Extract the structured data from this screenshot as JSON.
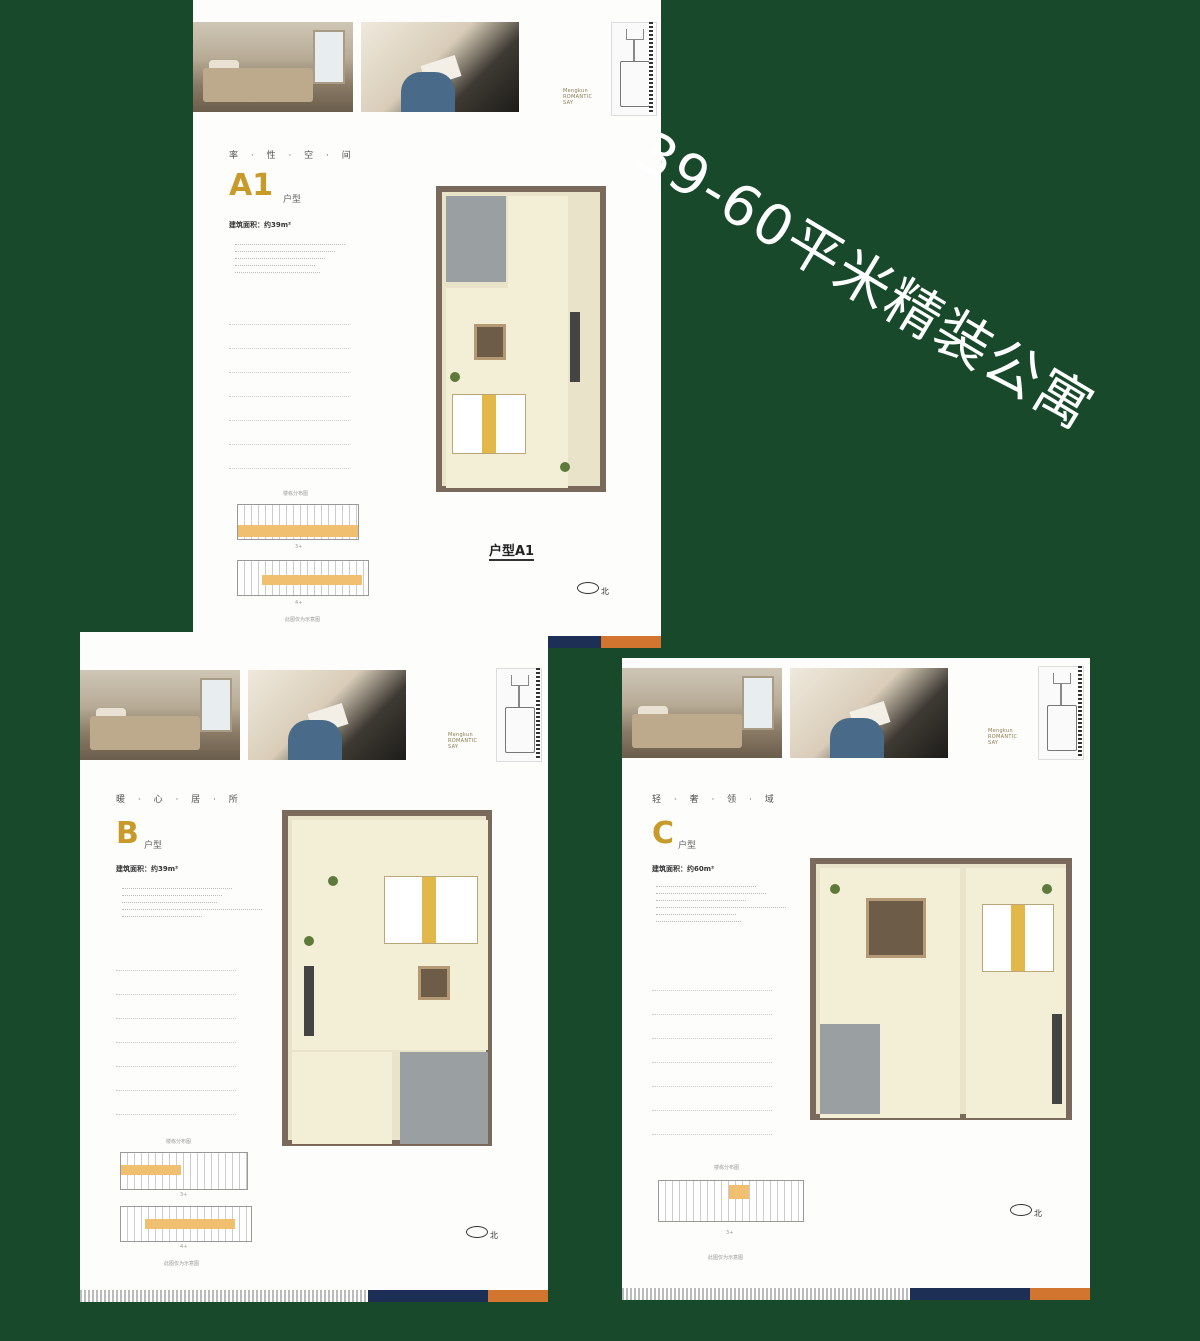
{
  "headline": "39-60平米精装公寓",
  "brand": {
    "line1": "Mengkun",
    "line2": "ROMANTIC",
    "line3": "SAY"
  },
  "sheets": {
    "a1": {
      "subtitle": "率 · 性 · 空 · 间",
      "plan_name": "A1",
      "plan_suffix": "户型",
      "area": "建筑面积：约39m²",
      "plan_caption": "户型A1",
      "compass": "北",
      "floor_map_title": "楼栋分布图",
      "floor_label_3": "3+",
      "floor_label_4": "4+",
      "footnote": "此图仅为示意图"
    },
    "b": {
      "subtitle": "暖 · 心 · 居 · 所",
      "plan_name": "B",
      "plan_suffix": "户型",
      "area": "建筑面积：约39m²",
      "compass": "北",
      "floor_map_title": "楼栋分布图",
      "floor_label_3": "3+",
      "floor_label_4": "4+",
      "footnote": "此图仅为示意图"
    },
    "c": {
      "subtitle": "轻 · 奢 · 领 · 域",
      "plan_name": "C",
      "plan_suffix": "户型",
      "area": "建筑面积：约60m²",
      "compass": "北",
      "floor_map_title": "楼栋分布图",
      "floor_label_3": "3+",
      "footnote": "此图仅为示意图"
    }
  },
  "colors": {
    "background": "#17492a",
    "accent_gold": "#c89a2a",
    "footer_navy": "#1d2f55",
    "footer_orange": "#d2752e"
  }
}
